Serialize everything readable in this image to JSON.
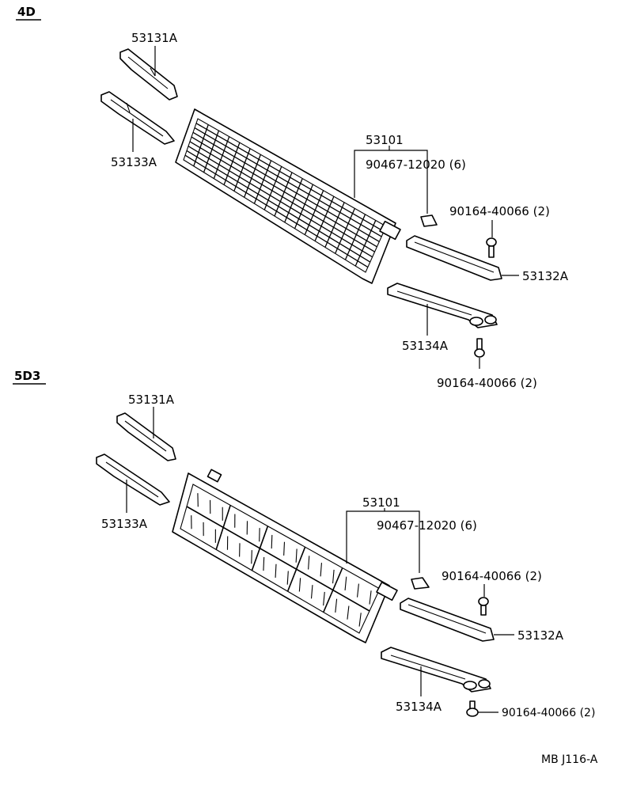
{
  "sections": [
    {
      "title": "4D",
      "labels": {
        "p53131A": "53131A",
        "p53133A": "53133A",
        "p53101": "53101",
        "p90467": "90467-12020 (6)",
        "p90164_top": "90164-40066 (2)",
        "p53132A": "53132A",
        "p53134A": "53134A",
        "p90164_bot": "90164-40066 (2)"
      }
    },
    {
      "title": "5D3",
      "labels": {
        "p53131A": "53131A",
        "p53133A": "53133A",
        "p53101": "53101",
        "p90467": "90467-12020 (6)",
        "p90164_top": "90164-40066 (2)",
        "p53132A": "53132A",
        "p53134A": "53134A",
        "p90164_bot": "90164-40066 (2)"
      }
    }
  ],
  "footer": {
    "code": "MB J116-A"
  }
}
